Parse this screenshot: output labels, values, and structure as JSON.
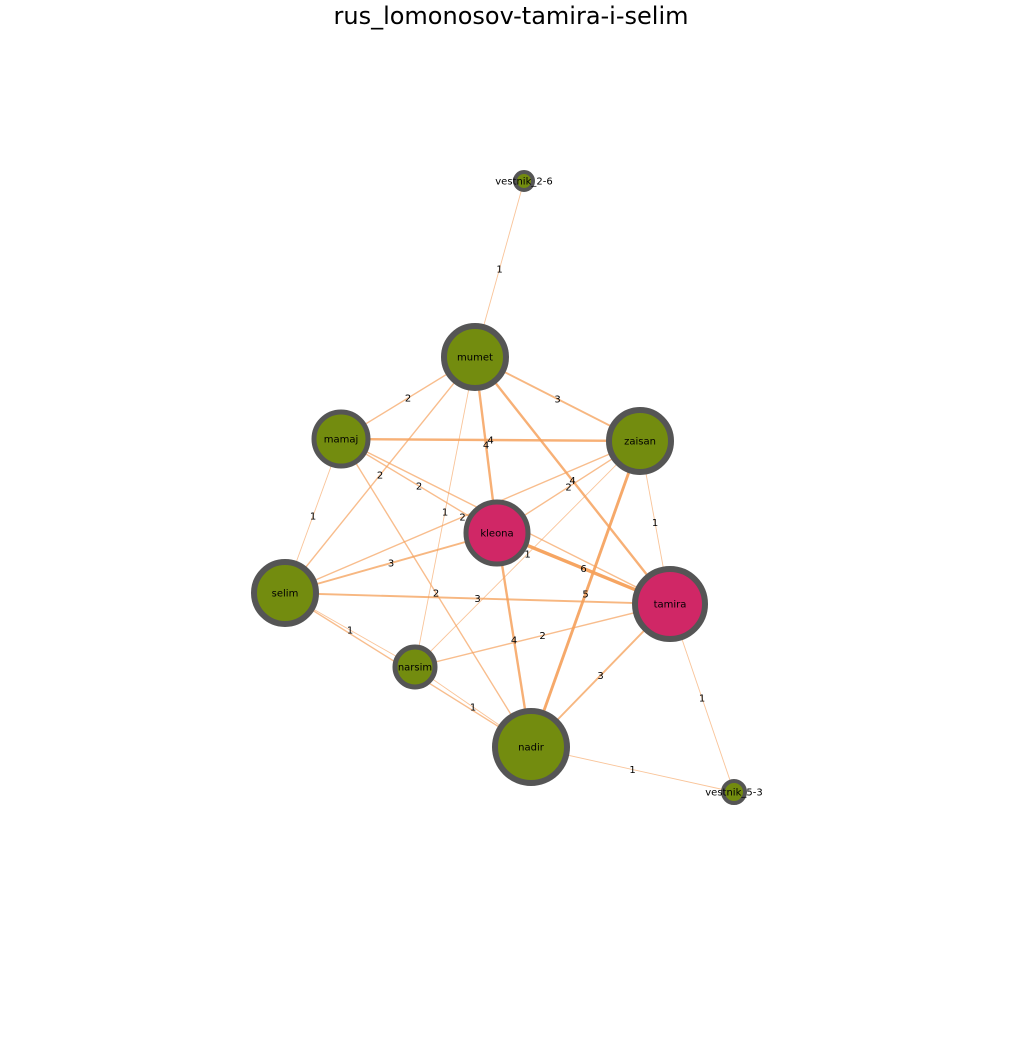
{
  "title": "rus_lomonosov-tamira-i-selim",
  "colors": {
    "male": "#738c0f",
    "female": "#d02766",
    "node_border": "#555555",
    "edge": "#f5a05a",
    "background": "#ffffff"
  },
  "nodes": [
    {
      "id": "vestnik_2-6",
      "label": "vestnik_2-6",
      "group": "male",
      "size": 1
    },
    {
      "id": "mumet",
      "label": "mumet",
      "group": "male",
      "size": 5
    },
    {
      "id": "mamaj",
      "label": "mamaj",
      "group": "male",
      "size": 3.5
    },
    {
      "id": "zaisan",
      "label": "zaisan",
      "group": "male",
      "size": 5
    },
    {
      "id": "kleona",
      "label": "kleona",
      "group": "female",
      "size": 5
    },
    {
      "id": "selim",
      "label": "selim",
      "group": "male",
      "size": 5
    },
    {
      "id": "tamira",
      "label": "tamira",
      "group": "female",
      "size": 6.5
    },
    {
      "id": "narsim",
      "label": "narsim",
      "group": "male",
      "size": 2.5
    },
    {
      "id": "nadir",
      "label": "nadir",
      "group": "male",
      "size": 8
    },
    {
      "id": "vestnik_5-3",
      "label": "vestnik_5-3",
      "group": "male",
      "size": 1
    }
  ],
  "edges": [
    {
      "source": "vestnik_2-6",
      "target": "mumet",
      "weight": 1
    },
    {
      "source": "mumet",
      "target": "mamaj",
      "weight": 2
    },
    {
      "source": "mumet",
      "target": "zaisan",
      "weight": 3
    },
    {
      "source": "mumet",
      "target": "kleona",
      "weight": 4
    },
    {
      "source": "mumet",
      "target": "selim",
      "weight": 2
    },
    {
      "source": "mumet",
      "target": "narsim",
      "weight": 1
    },
    {
      "source": "mumet",
      "target": "tamira",
      "weight": 4
    },
    {
      "source": "mamaj",
      "target": "zaisan",
      "weight": 4
    },
    {
      "source": "mamaj",
      "target": "kleona",
      "weight": 2
    },
    {
      "source": "mamaj",
      "target": "selim",
      "weight": 1
    },
    {
      "source": "mamaj",
      "target": "tamira",
      "weight": 2
    },
    {
      "source": "mamaj",
      "target": "nadir",
      "weight": 2
    },
    {
      "source": "zaisan",
      "target": "kleona",
      "weight": 2
    },
    {
      "source": "zaisan",
      "target": "selim",
      "weight": 2
    },
    {
      "source": "zaisan",
      "target": "tamira",
      "weight": 1
    },
    {
      "source": "zaisan",
      "target": "nadir",
      "weight": 5
    },
    {
      "source": "zaisan",
      "target": "narsim",
      "weight": 1
    },
    {
      "source": "kleona",
      "target": "selim",
      "weight": 3
    },
    {
      "source": "kleona",
      "target": "tamira",
      "weight": 6
    },
    {
      "source": "kleona",
      "target": "nadir",
      "weight": 4
    },
    {
      "source": "selim",
      "target": "tamira",
      "weight": 3
    },
    {
      "source": "selim",
      "target": "nadir",
      "weight": 2
    },
    {
      "source": "selim",
      "target": "narsim",
      "weight": 1
    },
    {
      "source": "narsim",
      "target": "tamira",
      "weight": 2
    },
    {
      "source": "narsim",
      "target": "nadir",
      "weight": 1
    },
    {
      "source": "tamira",
      "target": "nadir",
      "weight": 3
    },
    {
      "source": "tamira",
      "target": "vestnik_5-3",
      "weight": 1
    },
    {
      "source": "nadir",
      "target": "vestnik_5-3",
      "weight": 1
    }
  ]
}
